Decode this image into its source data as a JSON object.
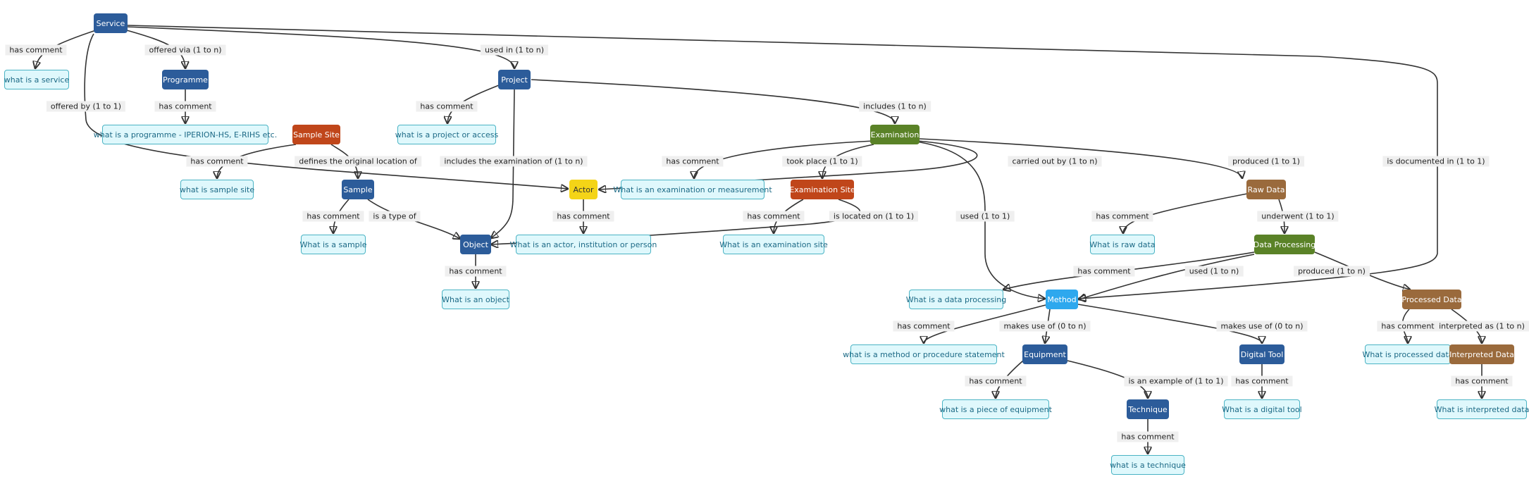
{
  "colors": {
    "blue": "#2c5c9a",
    "orange": "#c0461a",
    "yellow": "#f4d417",
    "green": "#5a8227",
    "brown": "#9a6a3c",
    "light_blue": "#2ea8ee",
    "comment_fill": "#dff8fc",
    "comment_border": "#4ab3c4",
    "comment_text": "#1d6a86",
    "label_fill": "#efefef",
    "line": "#333333"
  },
  "nodes": [
    {
      "id": "service",
      "label": "Service",
      "kind": "entity",
      "color": "blue"
    },
    {
      "id": "what_service",
      "label": "what is a service",
      "kind": "comment"
    },
    {
      "id": "programme",
      "label": "Programme",
      "kind": "entity",
      "color": "blue"
    },
    {
      "id": "what_programme",
      "label": "what is a programme - IPERION-HS, E-RIHS etc.",
      "kind": "comment"
    },
    {
      "id": "project",
      "label": "Project",
      "kind": "entity",
      "color": "blue"
    },
    {
      "id": "what_project",
      "label": "what is a project or access",
      "kind": "comment"
    },
    {
      "id": "sample_site",
      "label": "Sample Site",
      "kind": "entity",
      "color": "orange"
    },
    {
      "id": "what_sample_site",
      "label": "what is sample site",
      "kind": "comment"
    },
    {
      "id": "sample",
      "label": "Sample",
      "kind": "entity",
      "color": "blue"
    },
    {
      "id": "what_sample",
      "label": "What is a sample",
      "kind": "comment"
    },
    {
      "id": "object",
      "label": "Object",
      "kind": "entity",
      "color": "blue"
    },
    {
      "id": "what_object",
      "label": "What is an object",
      "kind": "comment"
    },
    {
      "id": "actor",
      "label": "Actor",
      "kind": "entity",
      "color": "yellow"
    },
    {
      "id": "what_actor",
      "label": "What is an actor, institution or person",
      "kind": "comment"
    },
    {
      "id": "examination",
      "label": "Examination",
      "kind": "entity",
      "color": "green"
    },
    {
      "id": "what_examination",
      "label": "What is an examination or measurement",
      "kind": "comment"
    },
    {
      "id": "exam_site",
      "label": "Examination Site",
      "kind": "entity",
      "color": "orange"
    },
    {
      "id": "what_exam_site",
      "label": "What is an examination site",
      "kind": "comment"
    },
    {
      "id": "raw_data",
      "label": "Raw Data",
      "kind": "entity",
      "color": "brown"
    },
    {
      "id": "what_raw_data",
      "label": "What is raw data",
      "kind": "comment"
    },
    {
      "id": "data_processing",
      "label": "Data Processing",
      "kind": "entity",
      "color": "green"
    },
    {
      "id": "what_data_processing",
      "label": "What is a data processing",
      "kind": "comment"
    },
    {
      "id": "method",
      "label": "Method",
      "kind": "entity",
      "color": "light_blue"
    },
    {
      "id": "what_method",
      "label": "what is a method or procedure statement",
      "kind": "comment"
    },
    {
      "id": "equipment",
      "label": "Equipment",
      "kind": "entity",
      "color": "blue"
    },
    {
      "id": "what_equipment",
      "label": "what is a piece of equipment",
      "kind": "comment"
    },
    {
      "id": "technique",
      "label": "Technique",
      "kind": "entity",
      "color": "blue"
    },
    {
      "id": "what_technique",
      "label": "what is a technique",
      "kind": "comment"
    },
    {
      "id": "digital_tool",
      "label": "Digital Tool",
      "kind": "entity",
      "color": "blue"
    },
    {
      "id": "what_digital_tool",
      "label": "What is a digital tool",
      "kind": "comment"
    },
    {
      "id": "processed_data",
      "label": "Processed Data",
      "kind": "entity",
      "color": "brown"
    },
    {
      "id": "what_processed_data",
      "label": "What is processed data",
      "kind": "comment"
    },
    {
      "id": "interpreted_data",
      "label": "Interpreted Data",
      "kind": "entity",
      "color": "brown"
    },
    {
      "id": "what_interpreted_data",
      "label": "What is interpreted data",
      "kind": "comment"
    }
  ],
  "edges": [
    {
      "id": "e01",
      "from": "service",
      "to": "what_service",
      "label": "has comment"
    },
    {
      "id": "e02",
      "from": "service",
      "to": "programme",
      "label": "offered via (1 to n)"
    },
    {
      "id": "e03",
      "from": "service",
      "to": "project",
      "label": "used in (1 to n)"
    },
    {
      "id": "e04",
      "from": "service",
      "to": "actor",
      "label": "offered by (1 to 1)"
    },
    {
      "id": "e05",
      "from": "service",
      "to": "method",
      "label": "is documented in (1 to 1)"
    },
    {
      "id": "e06",
      "from": "programme",
      "to": "what_programme",
      "label": "has comment"
    },
    {
      "id": "e07",
      "from": "project",
      "to": "what_project",
      "label": "has comment"
    },
    {
      "id": "e08",
      "from": "project",
      "to": "examination",
      "label": "includes (1 to n)"
    },
    {
      "id": "e09",
      "from": "project",
      "to": "object",
      "label": "includes the examination of (1 to n)"
    },
    {
      "id": "e10",
      "from": "sample_site",
      "to": "what_sample_site",
      "label": "has comment"
    },
    {
      "id": "e11",
      "from": "sample_site",
      "to": "sample",
      "label": "defines the original location of"
    },
    {
      "id": "e12",
      "from": "sample",
      "to": "what_sample",
      "label": "has comment"
    },
    {
      "id": "e13",
      "from": "sample",
      "to": "object",
      "label": "is a type of"
    },
    {
      "id": "e14",
      "from": "object",
      "to": "what_object",
      "label": "has comment"
    },
    {
      "id": "e15",
      "from": "actor",
      "to": "what_actor",
      "label": "has comment"
    },
    {
      "id": "e16",
      "from": "examination",
      "to": "what_examination",
      "label": "has comment"
    },
    {
      "id": "e17",
      "from": "examination",
      "to": "exam_site",
      "label": "took place (1 to 1)"
    },
    {
      "id": "e18",
      "from": "examination",
      "to": "actor",
      "label": "carried out by (1 to n)"
    },
    {
      "id": "e19",
      "from": "examination",
      "to": "raw_data",
      "label": "produced (1 to 1)"
    },
    {
      "id": "e20",
      "from": "examination",
      "to": "method",
      "label": "used (1 to 1)"
    },
    {
      "id": "e21",
      "from": "exam_site",
      "to": "what_exam_site",
      "label": "has comment"
    },
    {
      "id": "e22",
      "from": "exam_site",
      "to": "object",
      "label": "is located on (1 to 1)"
    },
    {
      "id": "e23",
      "from": "raw_data",
      "to": "what_raw_data",
      "label": "has comment"
    },
    {
      "id": "e24",
      "from": "raw_data",
      "to": "data_processing",
      "label": "underwent (1 to 1)"
    },
    {
      "id": "e25",
      "from": "data_processing",
      "to": "what_data_processing",
      "label": "has comment"
    },
    {
      "id": "e26",
      "from": "data_processing",
      "to": "method",
      "label": "used (1 to n)"
    },
    {
      "id": "e27",
      "from": "data_processing",
      "to": "processed_data",
      "label": "produced (1 to n)"
    },
    {
      "id": "e28",
      "from": "method",
      "to": "what_method",
      "label": "has comment"
    },
    {
      "id": "e29",
      "from": "method",
      "to": "equipment",
      "label": "makes use of (0 to n)"
    },
    {
      "id": "e30",
      "from": "method",
      "to": "digital_tool",
      "label": "makes use of (0 to n)"
    },
    {
      "id": "e31",
      "from": "equipment",
      "to": "what_equipment",
      "label": "has comment"
    },
    {
      "id": "e32",
      "from": "equipment",
      "to": "technique",
      "label": "is an example of (1 to 1)"
    },
    {
      "id": "e33",
      "from": "technique",
      "to": "what_technique",
      "label": "has comment"
    },
    {
      "id": "e34",
      "from": "digital_tool",
      "to": "what_digital_tool",
      "label": "has comment"
    },
    {
      "id": "e35",
      "from": "processed_data",
      "to": "what_processed_data",
      "label": "has comment"
    },
    {
      "id": "e36",
      "from": "processed_data",
      "to": "interpreted_data",
      "label": "interpreted as (1 to n)"
    },
    {
      "id": "e37",
      "from": "interpreted_data",
      "to": "what_interpreted_data",
      "label": "has comment"
    }
  ]
}
